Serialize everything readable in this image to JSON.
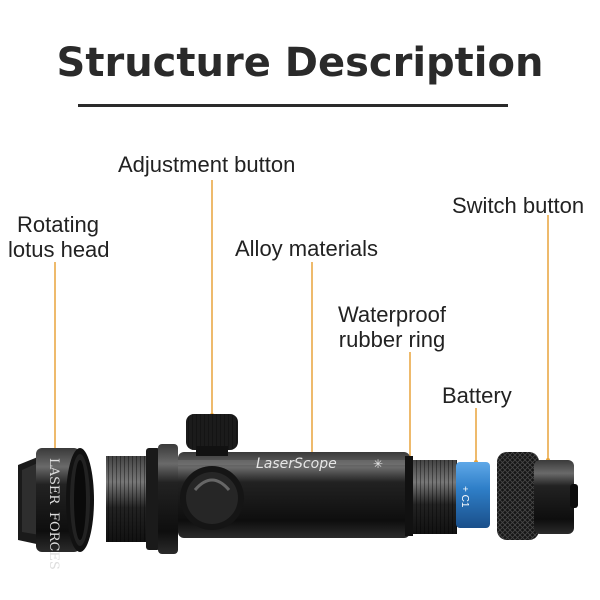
{
  "title": "Structure Description",
  "labels": {
    "adjustment": "Adjustment button",
    "rotating_line1": "Rotating",
    "rotating_line2": "lotus head",
    "alloy": "Alloy materials",
    "switch": "Switch button",
    "waterproof_line1": "Waterproof",
    "waterproof_line2": "rubber ring",
    "battery": "Battery"
  },
  "product_markings": {
    "head_text_1": "LASER",
    "head_text_2": "FORCES",
    "body_logo": "LaserScope",
    "battery_text": "+ C1"
  },
  "colors": {
    "leader_line": "#e8a33b",
    "metal": "#1a1a1a",
    "battery": "#2f7fc8"
  }
}
